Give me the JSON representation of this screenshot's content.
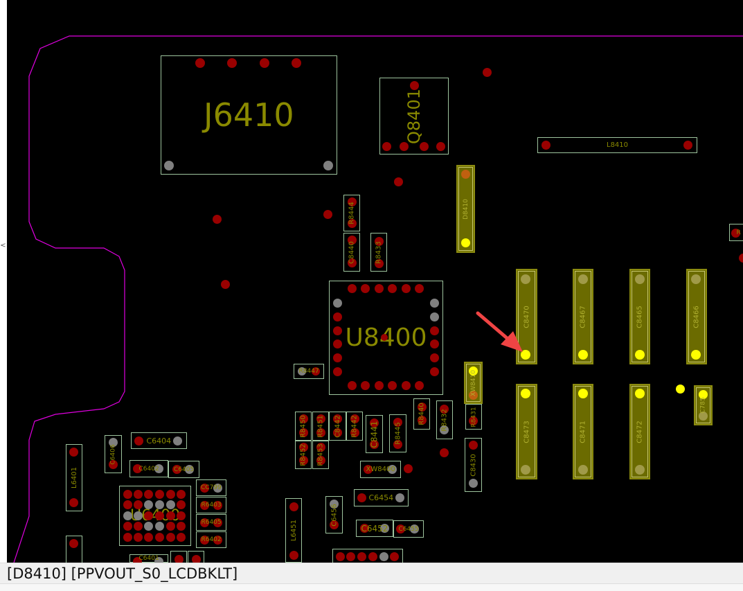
{
  "status_bar": {
    "text": "[D8410] [PPVOUT_S0_LCDBKLT]"
  },
  "side_panel": {
    "collapse_glyph": "<"
  },
  "colors": {
    "background": "#000000",
    "outline": "#e000e0",
    "pad_red": "#990000",
    "pad_gray": "#808080",
    "pad_selected": "#ffff00",
    "highlight": "#6b6b00",
    "label": "#8a8a00",
    "arrow": "#ef4444"
  },
  "components": [
    {
      "label": "J6410"
    },
    {
      "label": "Q8401"
    },
    {
      "label": "L8410"
    },
    {
      "label": "D8410"
    },
    {
      "label": "R8444"
    },
    {
      "label": "C8440"
    },
    {
      "label": "R8433"
    },
    {
      "label": "U8400"
    },
    {
      "label": "R8447"
    },
    {
      "label": "XW8410"
    },
    {
      "label": "R8431"
    },
    {
      "label": "C8430"
    },
    {
      "label": "R8432"
    },
    {
      "label": "R8440"
    },
    {
      "label": "R8450"
    },
    {
      "label": "R8451"
    },
    {
      "label": "C8442"
    },
    {
      "label": "R8442"
    },
    {
      "label": "R8452"
    },
    {
      "label": "R8453"
    },
    {
      "label": "C8441"
    },
    {
      "label": "R8445"
    },
    {
      "label": "XW8400"
    },
    {
      "label": "C6454"
    },
    {
      "label": "C6456"
    },
    {
      "label": "C6452"
    },
    {
      "label": "C6455"
    },
    {
      "label": "L6451"
    },
    {
      "label": "L6401"
    },
    {
      "label": "C6406"
    },
    {
      "label": "C6404"
    },
    {
      "label": "C6402"
    },
    {
      "label": "C6405"
    },
    {
      "label": "U6400"
    },
    {
      "label": "CC799"
    },
    {
      "label": "R6403"
    },
    {
      "label": "R6405"
    },
    {
      "label": "R6402"
    },
    {
      "label": "C8470"
    },
    {
      "label": "C8467"
    },
    {
      "label": "C8465"
    },
    {
      "label": "C8466"
    },
    {
      "label": "C8473"
    },
    {
      "label": "C8471"
    },
    {
      "label": "C8472"
    },
    {
      "label": "C785"
    },
    {
      "label": "C6401"
    },
    {
      "label": "R"
    }
  ]
}
